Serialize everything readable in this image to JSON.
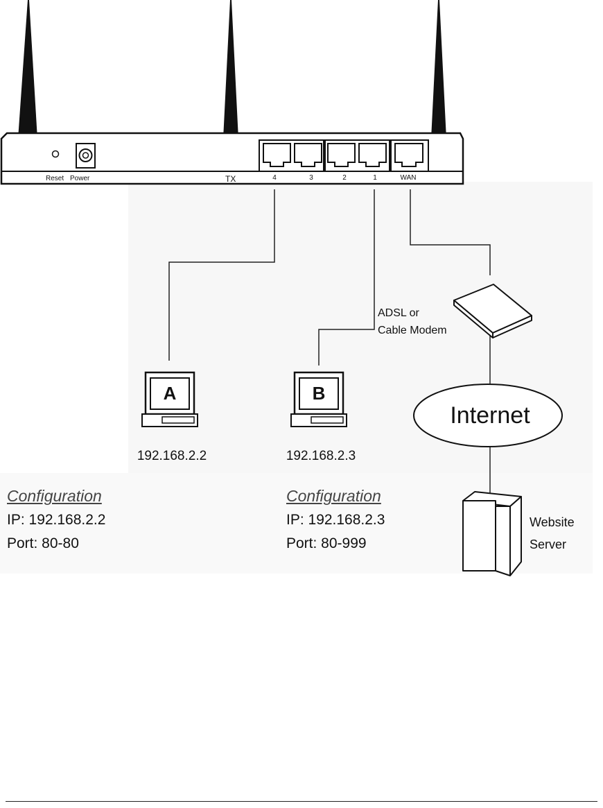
{
  "router": {
    "back_labels": {
      "reset": "Reset",
      "power": "Power",
      "tx": "TX"
    },
    "ports": [
      "4",
      "3",
      "2",
      "1",
      "WAN"
    ]
  },
  "modem": {
    "label_line1": "ADSL or",
    "label_line2": "Cable Modem"
  },
  "internet": {
    "label": "Internet"
  },
  "server": {
    "label_line1": "Website",
    "label_line2": "Server"
  },
  "pc_a": {
    "letter": "A",
    "ip": "192.168.2.2",
    "config": {
      "title": "Configuration",
      "ip_line": "IP:  192.168.2.2",
      "port_line": "Port: 80-80"
    }
  },
  "pc_b": {
    "letter": "B",
    "ip": "192.168.2.3",
    "config": {
      "title": "Configuration",
      "ip_line": "IP:  192.168.2.3",
      "port_line": "Port: 80-999"
    }
  }
}
